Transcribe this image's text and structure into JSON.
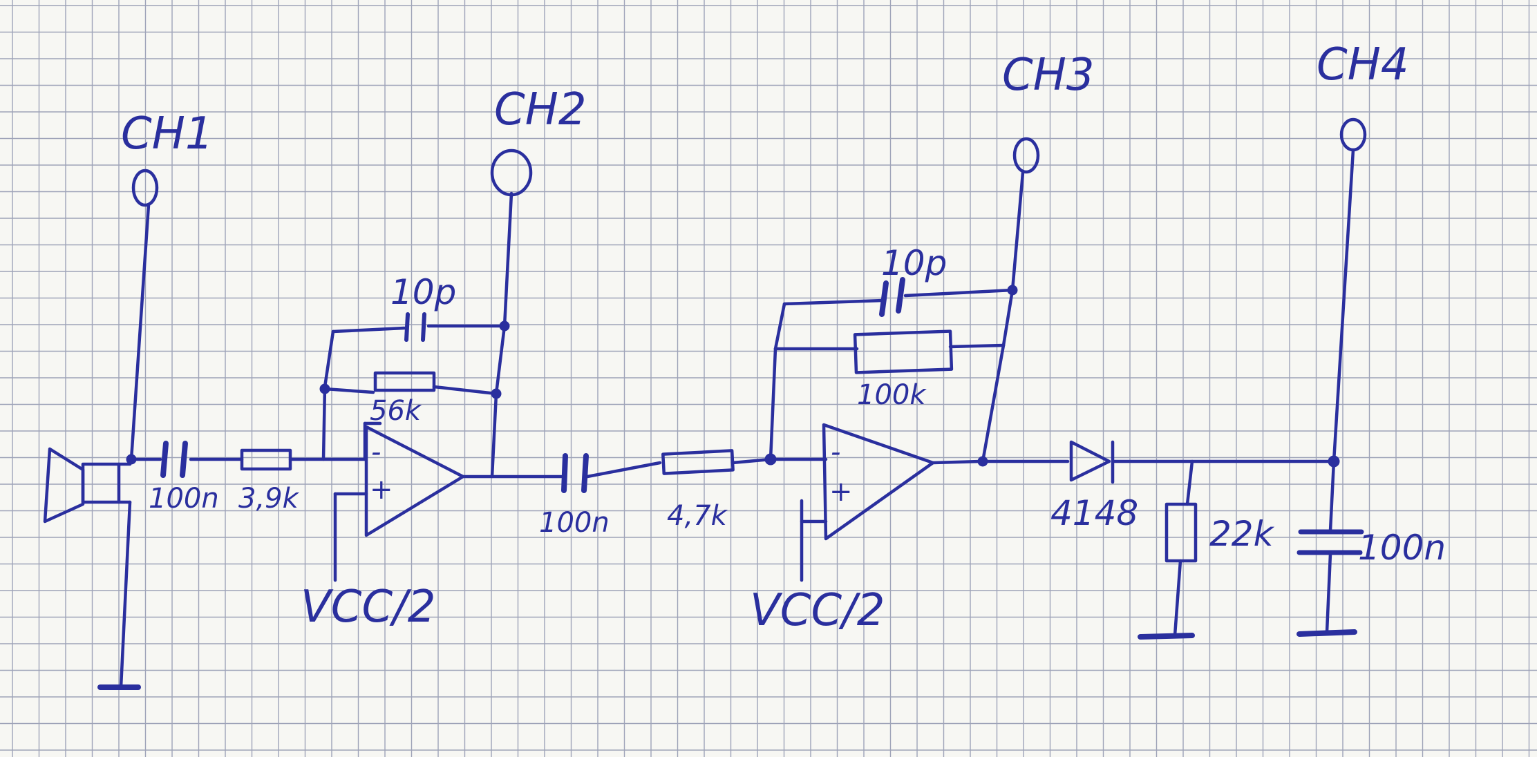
{
  "probes": [
    "CH1",
    "CH2",
    "CH3",
    "CH4"
  ],
  "components": {
    "c_in": "100n",
    "r_in": "3,9k",
    "c_fb1": "10p",
    "r_fb1": "56k",
    "c_mid": "100n",
    "r_mid": "4,7k",
    "c_fb2": "10p",
    "r_fb2": "100k",
    "diode": "4148",
    "r_load": "22k",
    "c_out": "100n"
  },
  "supplies": [
    "VCC/2",
    "VCC/2"
  ],
  "opamp_pins": {
    "minus": "-",
    "plus": "+"
  },
  "ink_color": "#2a2f9e",
  "grid_color": "#9ea3b8"
}
